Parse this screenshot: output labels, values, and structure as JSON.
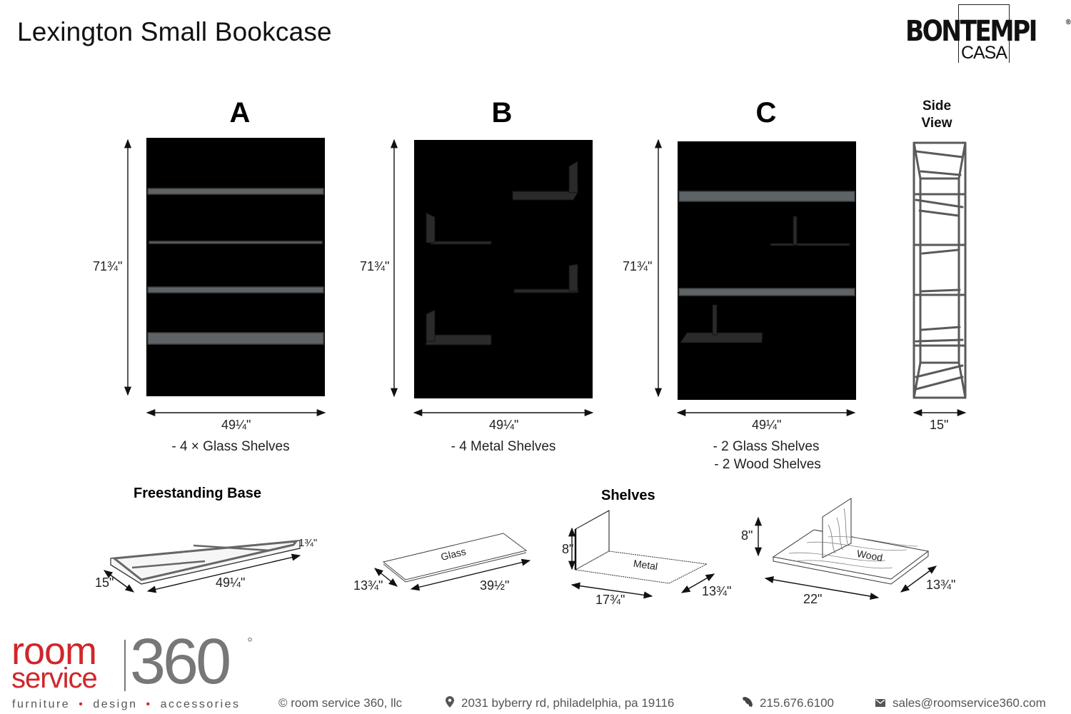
{
  "header": {
    "title": "Lexington Small Bookcase",
    "brand": {
      "name": "BONTEMPI",
      "sub": "CASA",
      "reg": "®"
    }
  },
  "variants": [
    {
      "letter": "A",
      "height": "71¾\"",
      "width": "49¼\"",
      "captions": [
        "- 4 × Glass Shelves"
      ]
    },
    {
      "letter": "B",
      "height": "71¾\"",
      "width": "49¼\"",
      "captions": [
        "- 4 Metal Shelves"
      ]
    },
    {
      "letter": "C",
      "height": "71¾\"",
      "width": "49¼\"",
      "captions": [
        "- 2 Glass Shelves",
        "- 2 Wood Shelves"
      ]
    }
  ],
  "side_view": {
    "label_line1": "Side",
    "label_line2": "View",
    "depth": "15\""
  },
  "base": {
    "title": "Freestanding Base",
    "depth": "15\"",
    "width": "49¼\"",
    "height": "1¾\""
  },
  "shelves": {
    "title": "Shelves",
    "glass": {
      "label": "Glass",
      "depth": "13¾\"",
      "width": "39½\""
    },
    "metal": {
      "label": "Metal",
      "height": "8\"",
      "width": "17¾\"",
      "depth": "13¾\""
    },
    "wood": {
      "label": "Wood",
      "height": "8\"",
      "width": "22\"",
      "depth": "13¾\""
    }
  },
  "footer": {
    "logo_room": "room",
    "logo_service": "service",
    "logo_360": "360",
    "logo_degree": "°",
    "tagline": [
      "furniture",
      "design",
      "accessories"
    ],
    "tagline_sep": "•",
    "copyright": "© room service 360, llc",
    "address": "2031 byberry rd, philadelphia, pa 19116",
    "phone": "215.676.6100",
    "email": "sales@roomservice360.com",
    "icons": {
      "address": "map-pin-icon",
      "phone": "phone-icon",
      "email": "envelope-icon"
    }
  },
  "colors": {
    "accent_red": "#d0262b",
    "gray": "#777777",
    "frame": "#5a5a5a"
  }
}
